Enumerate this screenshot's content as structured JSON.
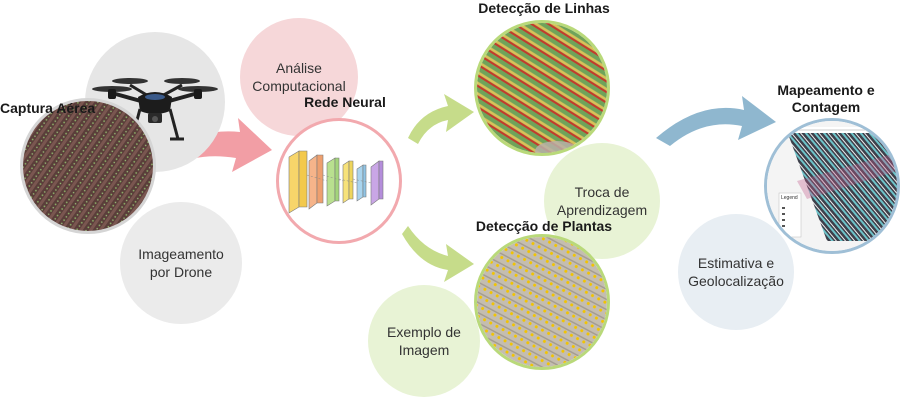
{
  "stages": {
    "capture": {
      "title": "Captura Aérea",
      "caption": "Imageamento por Drone"
    },
    "network": {
      "title": "Rede Neural",
      "caption": "Análise Computacional"
    },
    "lines": {
      "title": "Detecção de Linhas"
    },
    "transfer": {
      "caption": "Troca de Aprendizagem"
    },
    "plants": {
      "title": "Detecção de Plantas",
      "caption": "Exemplo de Imagem"
    },
    "mapping": {
      "title": "Mapeamento e Contagem",
      "caption": "Estimativa e Geolocalização",
      "legend_title": "Legend"
    }
  },
  "colors": {
    "drone_circle": "#e6e6e6",
    "caption_gray": "#ebebeb",
    "pink": "#f6d7d9",
    "pink_ring": "#f2a9ae",
    "pink_arrow": "#f1949b",
    "green_light": "#e8f3d5",
    "green_ring": "#b9d97a",
    "green_arrow": "#c6dc8a",
    "blue_light": "#e8eef3",
    "blue_ring": "#9fbfd6",
    "blue_arrow": "#8fb7cf",
    "field_dark": "#5a3e3a",
    "lines_green": "#6fa35a",
    "lines_red": "#c23b2c",
    "plants_gray": "#c4bdb0",
    "plants_yellow": "#f2c400"
  },
  "icons": {
    "drone": "drone-icon",
    "network": "neural-network-icon"
  }
}
